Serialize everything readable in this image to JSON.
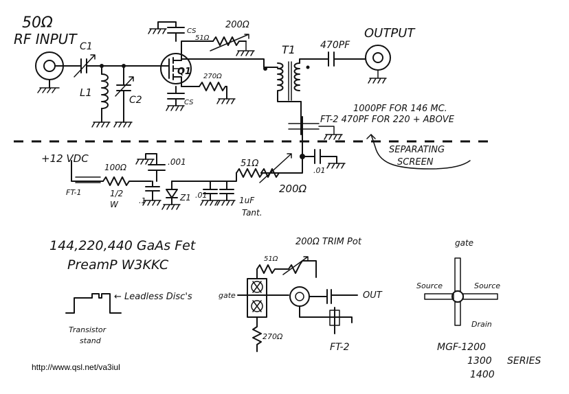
{
  "labels": {
    "ohms_50": "50Ω",
    "rf_input": "RF INPUT",
    "output": "OUTPUT",
    "c1": "C1",
    "l1": "L1",
    "c2": "C2",
    "cs_top": "CS",
    "cs_bottom": "CS",
    "q1": "Q1",
    "r51_top": "51Ω",
    "r200_top": "200Ω",
    "r270_top": "270Ω",
    "t1": "T1",
    "cap_470": "470PF",
    "bypass_note_1": "1000PF FOR 146 MC.",
    "bypass_note_2": "FT-2 470PF FOR 220 + ABOVE",
    "separating_screen_1": "SEPARATING",
    "separating_screen_2": "SCREEN",
    "vdc": "+12 VDC",
    "r100": "100Ω",
    "r_half_watt_1": "1/2",
    "r_half_watt_2": "W",
    "cap_001_a": ".001",
    "cap_01_a": ".01",
    "r51_bottom": "51Ω",
    "r200_bottom": "200Ω",
    "ft1": "FT-1",
    "cap_1": ".1",
    "z1": "Z1",
    "cap_01_b": ".01",
    "cap_1uf": "1uF",
    "tant": "Tant.",
    "title_1": "144,220,440 GaAs Fet",
    "title_2": "PreamP W3KKC",
    "leadless": "← Leadless Disc's",
    "transistor_stand_1": "Transistor",
    "transistor_stand_2": "stand",
    "trimpot": "200Ω TRIM Pot",
    "r51_layout": "51Ω",
    "gate_layout": "gate",
    "out_layout": "OUT",
    "r270_layout": "270Ω",
    "ft2_layout": "FT-2",
    "pin_gate": "gate",
    "pin_source_left": "Source",
    "pin_source_right": "Source",
    "pin_drain": "Drain",
    "series_1": "MGF-1200",
    "series_2": "1300",
    "series_3": "1400",
    "series_word": "SERIES",
    "url": "http://www.qsl.net/va3iul"
  }
}
